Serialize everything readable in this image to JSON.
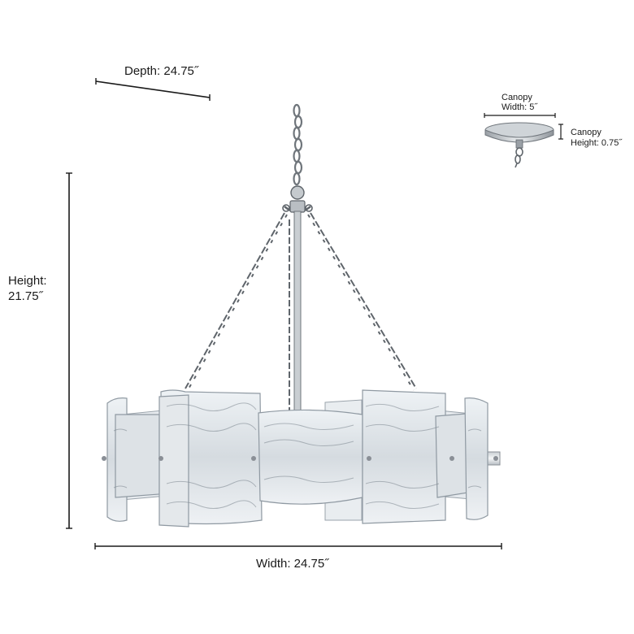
{
  "dimensions": {
    "depth": "Depth: 24.75˝",
    "height_line1": "Height:",
    "height_line2": "21.75˝",
    "width": "Width: 24.75˝",
    "canopy_width_line1": "Canopy",
    "canopy_width_line2": "Width: 5˝",
    "canopy_height_line1": "Canopy",
    "canopy_height_line2": "Height: 0.75˝"
  },
  "colors": {
    "dimension_line": "#1a1a1a",
    "metal": "#8a8f96",
    "glass": "#dfe4e8",
    "glass_edge": "#9aa3ab"
  }
}
